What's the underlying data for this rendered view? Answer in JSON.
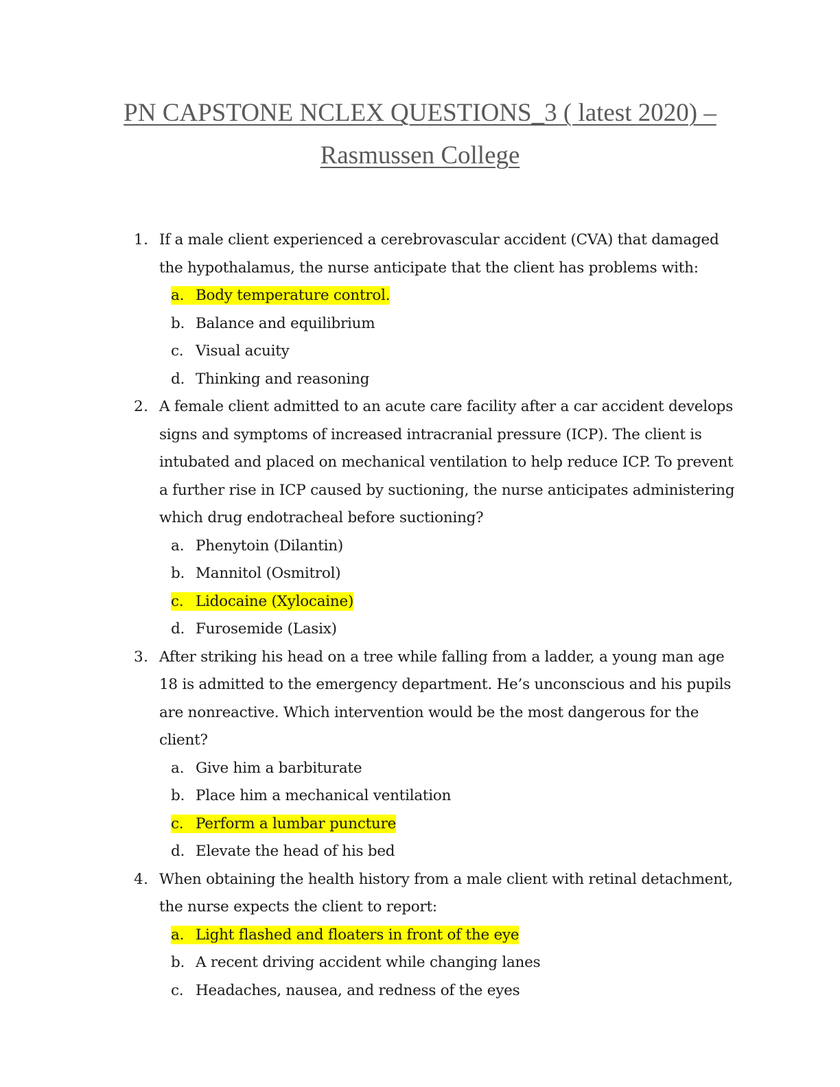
{
  "title_line1": "PN CAPSTONE NCLEX QUESTIONS_3 ( latest 2020) –",
  "title_line2": "Rasmussen College",
  "highlight_color": "#ffff00",
  "questions": [
    {
      "number": "1.",
      "text": "If a male client experienced a cerebrovascular accident (CVA) that damaged the hypothalamus, the nurse anticipate that the client has problems with:",
      "options": [
        {
          "letter": "a.",
          "text": "Body temperature control.",
          "highlighted": true
        },
        {
          "letter": "b.",
          "text": "Balance and equilibrium",
          "highlighted": false
        },
        {
          "letter": "c.",
          "text": "Visual acuity",
          "highlighted": false
        },
        {
          "letter": "d.",
          "text": "Thinking and reasoning",
          "highlighted": false
        }
      ]
    },
    {
      "number": "2.",
      "text": "A female client admitted to an acute care facility after a car accident develops signs and symptoms of increased intracranial pressure (ICP). The client is intubated and placed on mechanical ventilation to help reduce ICP. To prevent a further rise in ICP caused by suctioning, the nurse anticipates administering which drug endotracheal before suctioning?",
      "options": [
        {
          "letter": "a.",
          "text": "Phenytoin (Dilantin)",
          "highlighted": false
        },
        {
          "letter": "b.",
          "text": "Mannitol (Osmitrol)",
          "highlighted": false
        },
        {
          "letter": "c.",
          "text": "Lidocaine (Xylocaine)",
          "highlighted": true
        },
        {
          "letter": "d.",
          "text": "Furosemide (Lasix)",
          "highlighted": false
        }
      ]
    },
    {
      "number": "3.",
      "text": "After striking his head on a tree while falling from a ladder, a young man age 18 is admitted to the emergency department. He’s unconscious and his pupils are nonreactive.  Which intervention would be the most dangerous for the client?",
      "options": [
        {
          "letter": "a.",
          "text": "Give him a barbiturate",
          "highlighted": false
        },
        {
          "letter": "b.",
          "text": "Place him a mechanical ventilation",
          "highlighted": false
        },
        {
          "letter": "c.",
          "text": "Perform a lumbar puncture",
          "highlighted": true
        },
        {
          "letter": "d.",
          "text": "Elevate the head of his bed",
          "highlighted": false
        }
      ]
    },
    {
      "number": "4.",
      "text": "When obtaining the health history from a male client with retinal detachment, the nurse expects the client to report:",
      "options": [
        {
          "letter": "a.",
          "text": "Light flashed and floaters in front of the eye",
          "highlighted": true
        },
        {
          "letter": "b.",
          "text": "A recent driving accident while changing lanes",
          "highlighted": false
        },
        {
          "letter": "c.",
          "text": "Headaches, nausea, and redness of the eyes",
          "highlighted": false
        }
      ]
    }
  ]
}
